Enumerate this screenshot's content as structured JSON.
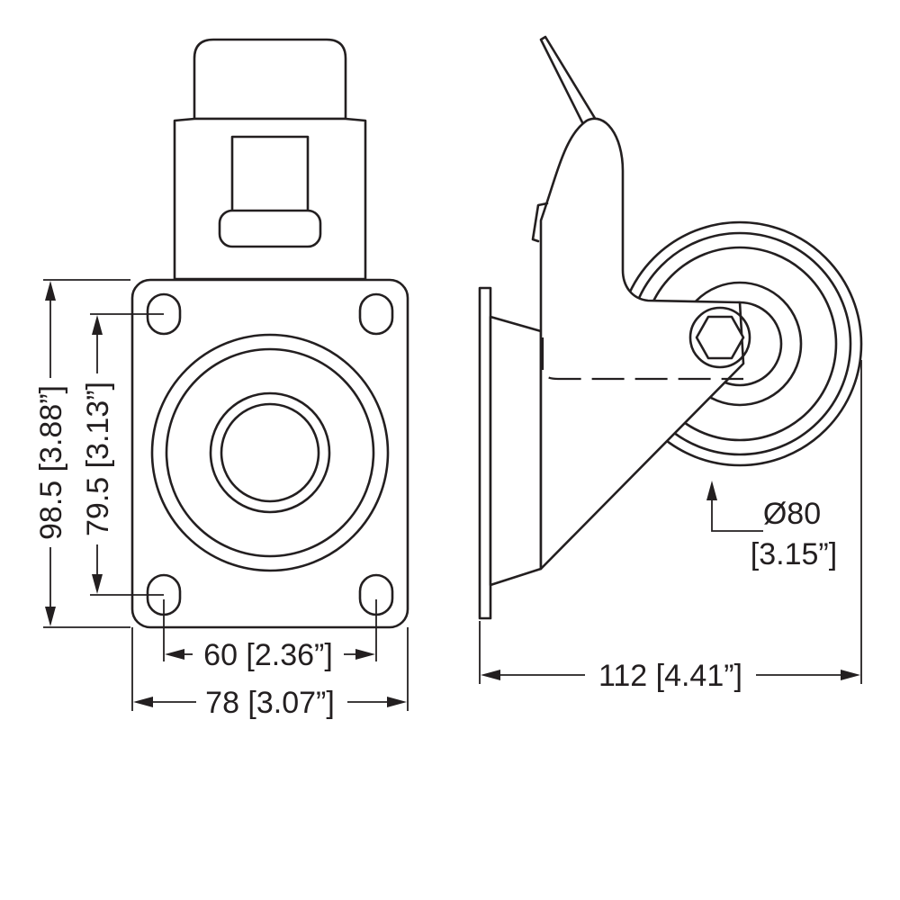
{
  "dimensions": {
    "overall_height": "98.5 [3.88”]",
    "bolt_spacing_vertical": "79.5 [3.13”]",
    "bolt_spacing_horizontal": "60 [2.36”]",
    "plate_width": "78 [3.07”]",
    "overall_length": "112 [4.41”]",
    "wheel_diameter": "Ø80",
    "wheel_diameter_inch": "[3.15”]"
  },
  "colors": {
    "line": "#231f20",
    "background": "#ffffff"
  }
}
